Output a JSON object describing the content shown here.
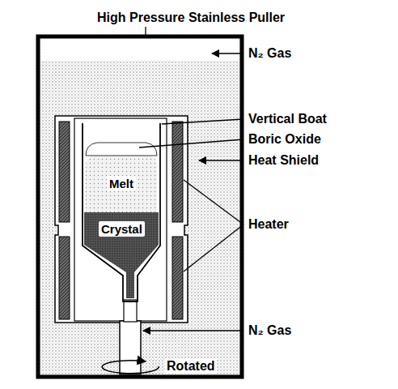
{
  "diagram": {
    "nodes": [
      {
        "text": [
          "Melt"
        ]
      },
      {
        "text": [
          "Crystal"
        ]
      }
    ],
    "labels": [
      "High Pressure Stainless Puller",
      "N₂ Gas",
      "Vertical Boat",
      "Boric Oxide",
      "Heat Shield",
      "Heater",
      "N₂ Gas",
      "Rotated"
    ]
  }
}
